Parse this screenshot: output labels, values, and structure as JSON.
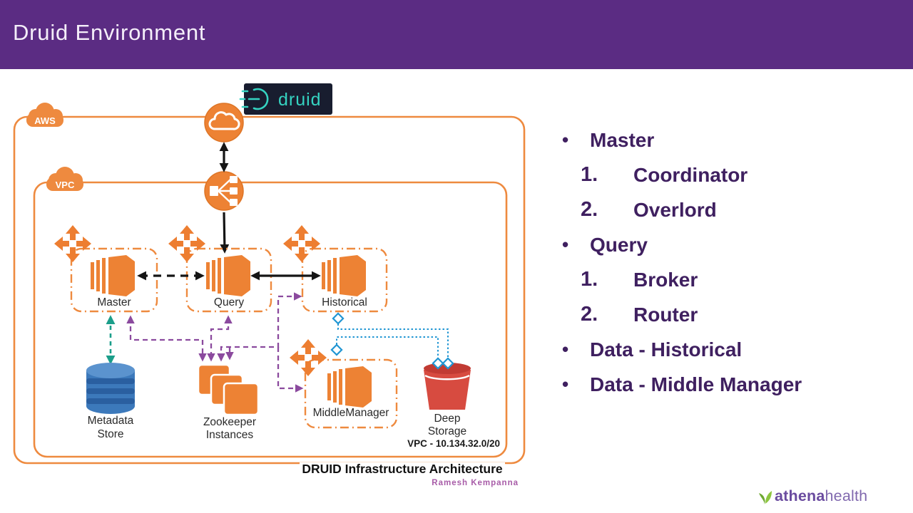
{
  "header": {
    "title": "Druid Environment"
  },
  "diagram": {
    "druid_logo": "druid",
    "aws_label": "AWS",
    "vpc_label": "VPC",
    "nodes": {
      "master": "Master",
      "query": "Query",
      "historical": "Historical",
      "middle_manager": "MiddleManager"
    },
    "metadata_store_lines": [
      "Metadata",
      "Store"
    ],
    "zookeeper_lines": [
      "Zookeeper",
      "Instances"
    ],
    "deep_storage_lines": [
      "Deep",
      "Storage"
    ],
    "vpc_cidr": "VPC - 10.134.32.0/20",
    "caption": "DRUID Infrastructure Architecture",
    "author": "Ramesh Kempanna"
  },
  "list": {
    "items": [
      {
        "type": "bullet",
        "marker": "•",
        "label": "Master"
      },
      {
        "type": "number",
        "marker": "1.",
        "label": "Coordinator"
      },
      {
        "type": "number",
        "marker": "2.",
        "label": "Overlord"
      },
      {
        "type": "bullet",
        "marker": "•",
        "label": "Query"
      },
      {
        "type": "number",
        "marker": "1.",
        "label": "Broker"
      },
      {
        "type": "number",
        "marker": "2.",
        "label": "Router"
      },
      {
        "type": "bullet",
        "marker": "•",
        "label": "Data - Historical"
      },
      {
        "type": "bullet",
        "marker": "•",
        "label": "Data - Middle Manager"
      }
    ]
  },
  "footer": {
    "brand_bold": "athena",
    "brand_light": "health"
  },
  "colors": {
    "header_purple": "#5B2C83",
    "accent_orange": "#EE8A3F",
    "icon_orange": "#ED8234",
    "list_text_purple": "#3F2060",
    "druid_teal": "#35D3C1",
    "druid_bg": "#181D2F",
    "zookeeper_purple": "#8B4A9E",
    "metadata_green": "#1B9E8A",
    "deep_storage_blue": "#2196D3",
    "metadata_blue": "#3C79BB",
    "bucket_red": "#D74B40",
    "athena_green": "#8DC63F",
    "athena_purple": "#6A4B9F"
  }
}
